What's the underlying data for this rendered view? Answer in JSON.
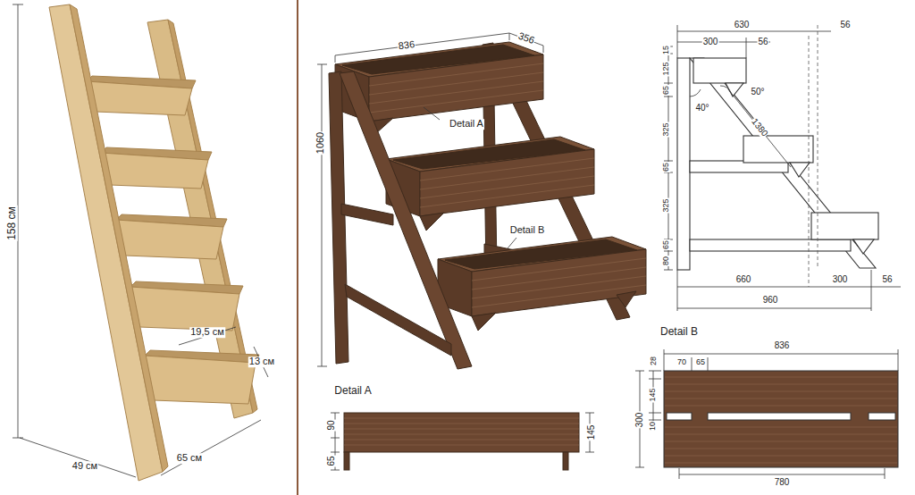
{
  "diagram": {
    "labels": [
      "158 см",
      "19,5 см",
      "13 см",
      "49 см",
      "65 см",
      "836",
      "356",
      "Detail A",
      "1060",
      "Detail B",
      "630",
      "56",
      "300",
      "56",
      "15",
      "125",
      "65",
      "50°",
      "40°",
      "1380",
      "325",
      "65",
      "325",
      "65",
      "80",
      "660",
      "300",
      "56",
      "960",
      "Detail A",
      "90",
      "145",
      "65",
      "Detail B",
      "836",
      "28",
      "70",
      "65",
      "145",
      "300",
      "10",
      "780"
    ]
  }
}
